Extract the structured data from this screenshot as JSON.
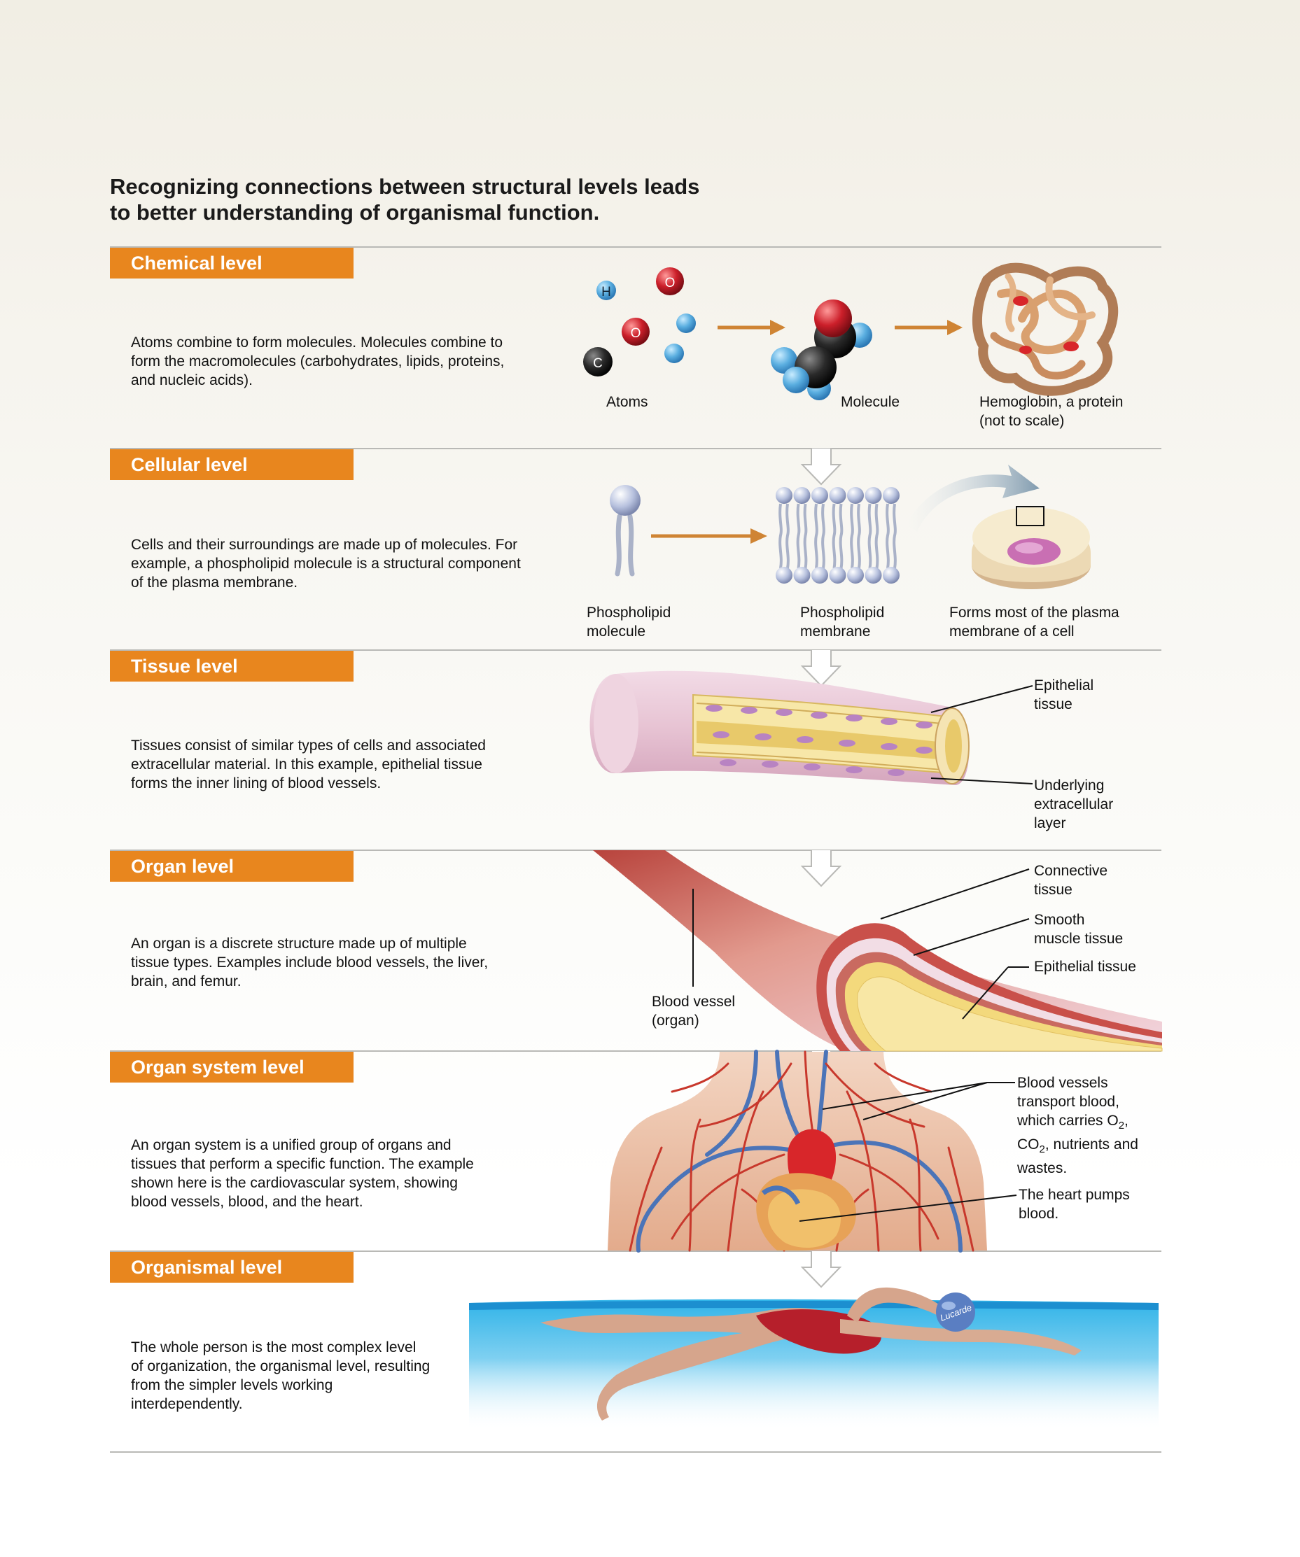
{
  "title": {
    "line1": "Recognizing connections between structural levels leads",
    "line2": "to better understanding of organismal function."
  },
  "levels": [
    {
      "name": "Chemical level",
      "description": "Atoms combine to form molecules. Molecules combine to form the macromolecules (carbohydrates, lipids, proteins, and nucleic acids).",
      "labels": {
        "atoms": "Atoms",
        "molecule": "Molecule",
        "hemoglobin_1": "Hemoglobin, a protein",
        "hemoglobin_2": "(not to scale)"
      },
      "atom_symbols": {
        "h": "H",
        "o1": "O",
        "o2": "O",
        "c": "C"
      }
    },
    {
      "name": "Cellular level",
      "description": "Cells and their surroundings are made up of molecules. For example, a phospholipid molecule is a structural component of the plasma membrane.",
      "labels": {
        "phospholipid_molecule_1": "Phospholipid",
        "phospholipid_molecule_2": "molecule",
        "phospholipid_membrane_1": "Phospholipid",
        "phospholipid_membrane_2": "membrane",
        "plasma_membrane_1": "Forms most of the plasma",
        "plasma_membrane_2": "membrane of a cell"
      }
    },
    {
      "name": "Tissue level",
      "description": "Tissues consist of similar types of cells and associated extracellular material. In this example, epithelial tissue forms the inner lining of blood vessels.",
      "labels": {
        "epithelial_1": "Epithelial",
        "epithelial_2": "tissue",
        "underlying_1": "Underlying",
        "underlying_2": "extracellular",
        "underlying_3": "layer"
      }
    },
    {
      "name": "Organ level",
      "description": "An organ is a discrete structure made up of multiple tissue types. Examples include blood vessels, the liver, brain, and femur.",
      "labels": {
        "connective_1": "Connective",
        "connective_2": "tissue",
        "smooth_1": "Smooth",
        "smooth_2": "muscle tissue",
        "epithelial": "Epithelial tissue",
        "vessel_1": "Blood vessel",
        "vessel_2": "(organ)"
      }
    },
    {
      "name": "Organ system level",
      "description": "An organ system is a unified group of organs and tissues that perform a specific function. The example shown here is the cardiovascular system, showing blood vessels, blood, and the heart.",
      "labels": {
        "vessels_1": "Blood vessels",
        "vessels_2": "transport blood,",
        "vessels_3a": "which carries O",
        "vessels_3sub": "2",
        "vessels_3b": ",",
        "vessels_4a": "CO",
        "vessels_4sub": "2",
        "vessels_4b": ", nutrients and",
        "vessels_5": "wastes.",
        "heart_1": "The heart pumps",
        "heart_2": "blood."
      }
    },
    {
      "name": "Organismal level",
      "description": "The whole person is the most complex level of organization, the organismal level, resulting from the simpler levels working interdependently.",
      "labels": {
        "cap_text": "Lucarde"
      }
    }
  ],
  "colors": {
    "tag_orange": "#e8861e",
    "arrow_orange": "#cf8434",
    "rule_gray": "#b9b9b6",
    "oxygen_red": "#cc1f2a",
    "hydrogen_blue": "#5aaee0",
    "carbon_black": "#2a2a2a"
  }
}
